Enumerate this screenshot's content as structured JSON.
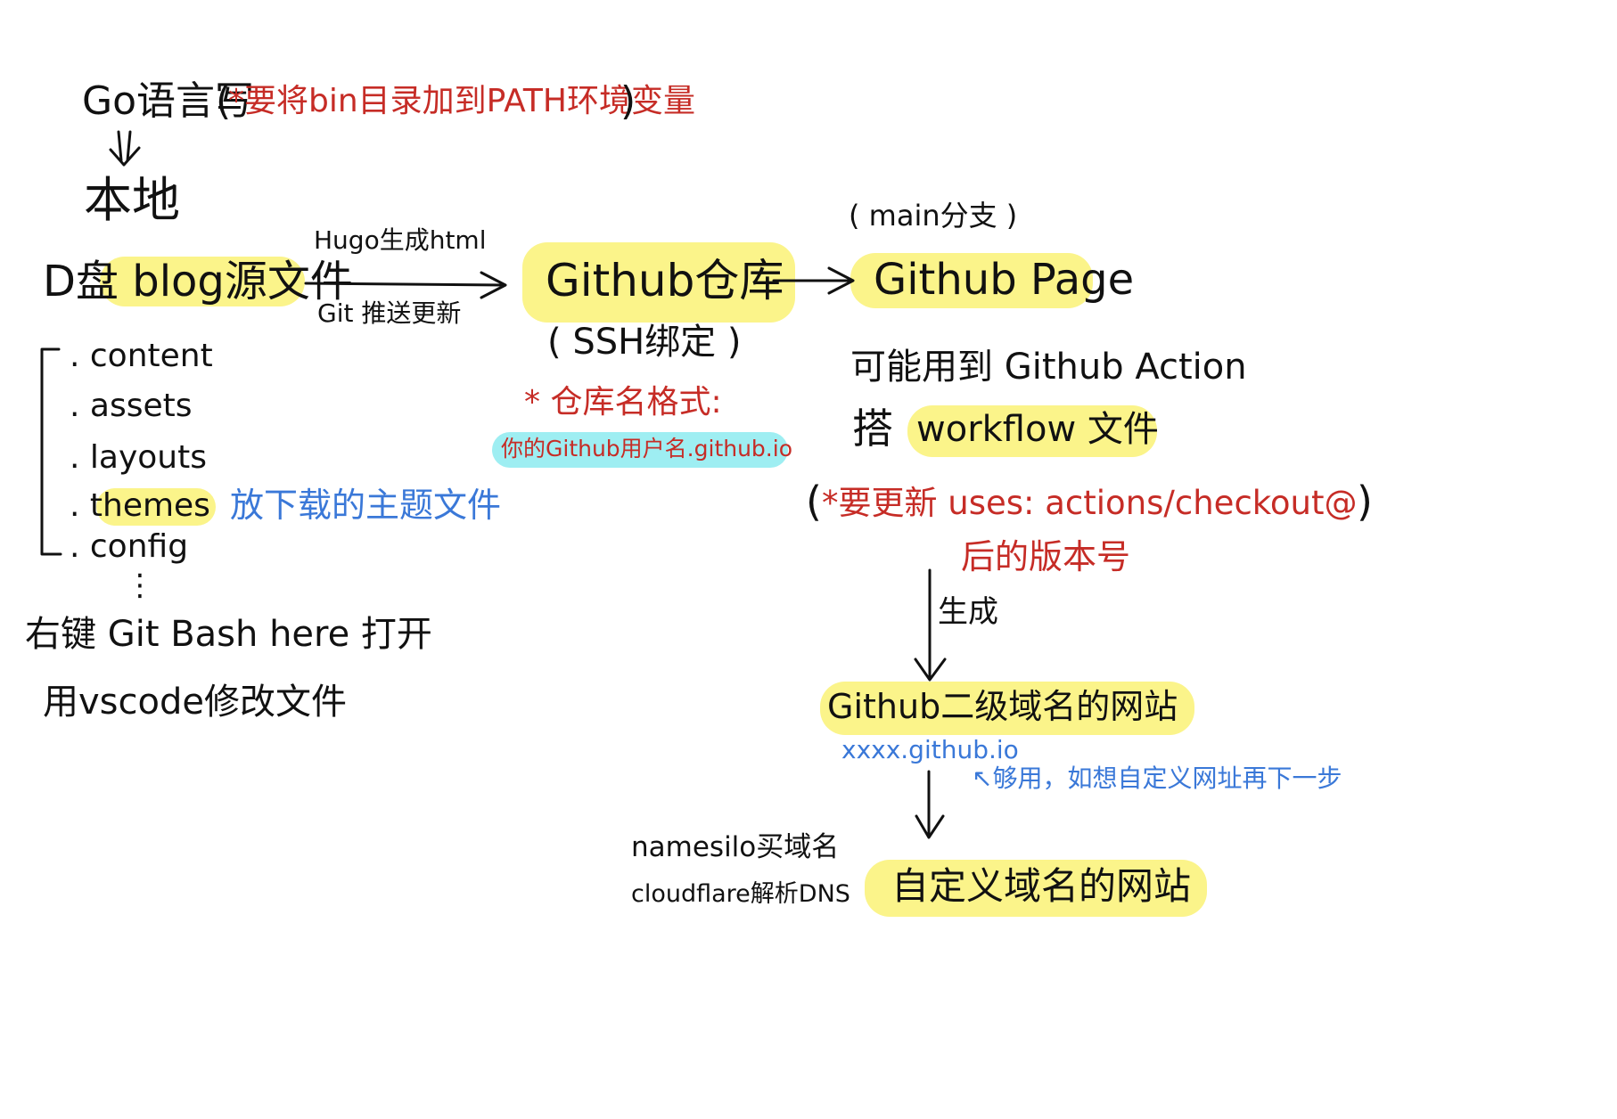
{
  "top": {
    "go_label": "Go语言写",
    "go_paren_open": "(",
    "go_note": "*要将bin目录加到PATH环境变量",
    "go_paren_close": ")"
  },
  "local": {
    "heading": "本地",
    "disk_source": "D盘 blog源文件",
    "folders": [
      ". content",
      ". assets",
      ". layouts",
      ". themes",
      ". config"
    ],
    "themes_note": "放下载的主题文件",
    "ellipsis": "⋮",
    "git_bash": "右键 Git Bash here 打开",
    "vscode": "用vscode修改文件"
  },
  "arrow1": {
    "top_label": "Hugo生成html",
    "bottom_label": "Git 推送更新"
  },
  "repo": {
    "title": "Github仓库",
    "ssh": "( SSH绑定 )",
    "name_note": "* 仓库名格式:",
    "name_format": "你的Github用户名.github.io"
  },
  "page": {
    "branch": "( main分支 )",
    "title": "Github Page",
    "action_line": "可能用到 Github Action",
    "workflow_prefix": "搭",
    "workflow": "workflow 文件",
    "update_note_open": "(",
    "update_note": "*要更新 uses: actions/checkout@",
    "update_note_close": ")",
    "update_note_2": "后的版本号"
  },
  "site": {
    "generate_label": "生成",
    "github_site": "Github二级域名的网站",
    "domain_example": "xxxx.github.io",
    "enough_note": "↖够用，如想自定义网址再下一步",
    "buy_domain": "namesilo买域名",
    "dns": "cloudflare解析DNS",
    "custom_site": "自定义域名的网站"
  },
  "colors": {
    "ink": "#111111",
    "red_ink": "#c62c26",
    "blue_ink": "#3a78d8",
    "highlight_yellow": "#fbf48a",
    "highlight_cyan": "#9eeef2"
  }
}
